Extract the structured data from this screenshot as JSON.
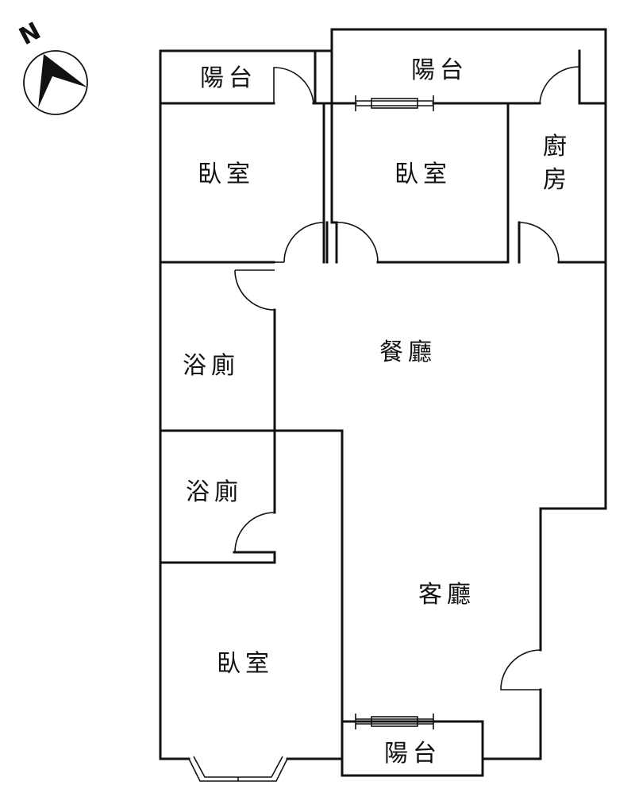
{
  "compass": {
    "letter": "N"
  },
  "rooms": [
    {
      "id": "balcony-nw",
      "label": "陽台"
    },
    {
      "id": "balcony-n",
      "label": "陽台"
    },
    {
      "id": "bedroom-nw",
      "label": "臥室"
    },
    {
      "id": "bedroom-n",
      "label": "臥室"
    },
    {
      "id": "kitchen",
      "label": "廚房"
    },
    {
      "id": "bathroom-1",
      "label": "浴廁"
    },
    {
      "id": "bathroom-2",
      "label": "浴廁"
    },
    {
      "id": "dining",
      "label": "餐廳"
    },
    {
      "id": "living",
      "label": "客廳"
    },
    {
      "id": "bedroom-sw",
      "label": "臥室"
    },
    {
      "id": "balcony-s",
      "label": "陽台"
    }
  ]
}
